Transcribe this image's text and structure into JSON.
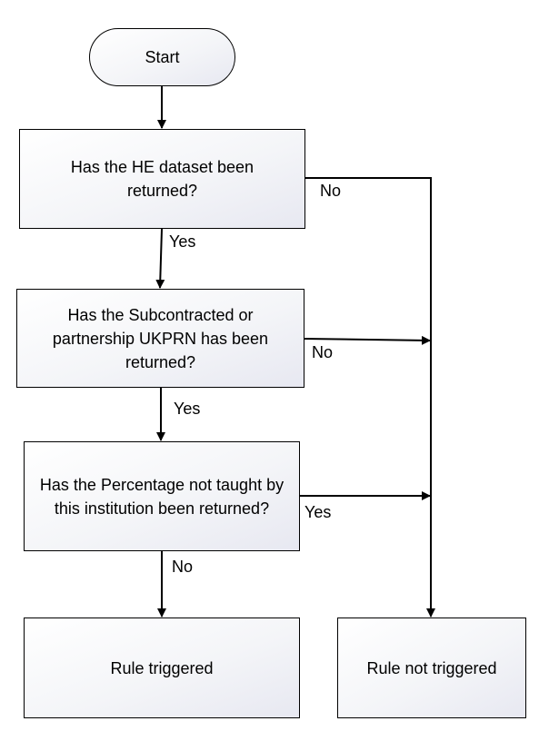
{
  "nodes": {
    "start": "Start",
    "decision_he_dataset": "Has the HE dataset been returned?",
    "decision_ukprn": "Has the Subcontracted or partnership UKPRN has been returned?",
    "decision_percentage": "Has the Percentage not taught by this institution been returned?",
    "rule_triggered": "Rule triggered",
    "rule_not_triggered": "Rule not triggered"
  },
  "edges": {
    "he_dataset_no": "No",
    "he_dataset_yes": "Yes",
    "ukprn_no": "No",
    "ukprn_yes": "Yes",
    "percentage_yes": "Yes",
    "percentage_no": "No"
  }
}
